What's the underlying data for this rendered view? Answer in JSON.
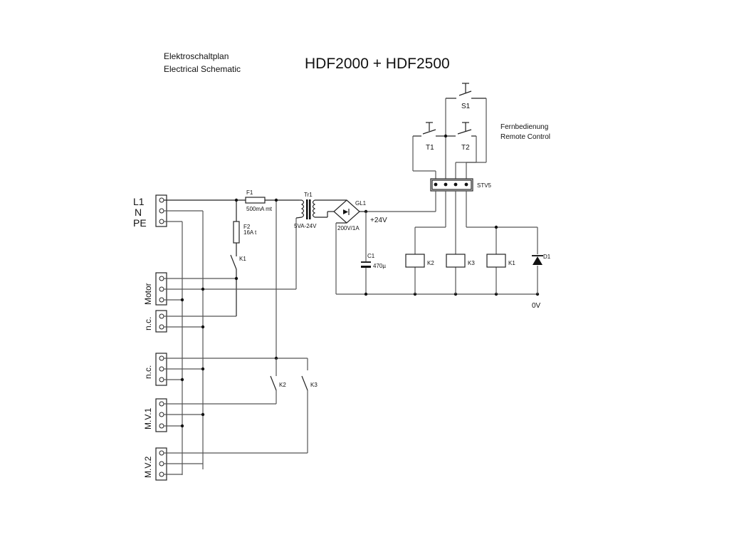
{
  "header": {
    "subtitle_de": "Elektroschaltplan",
    "subtitle_en": "Electrical Schematic",
    "title": "HDF2000 + HDF2500"
  },
  "terminals": {
    "mains": [
      "L1",
      "N",
      "PE"
    ],
    "motor": "Motor",
    "nc_top": "n.c.",
    "nc_mid": "n.c.",
    "mv1": "M.V.1",
    "mv2": "M.V.2"
  },
  "components": {
    "f1_name": "F1",
    "f1_value": "500mA mt",
    "f2_name": "F2",
    "f2_value": "16A t",
    "k1_contact": "K1",
    "tr1_name": "Tr1",
    "tr1_value": "5VA-24V",
    "gl1_name": "GL1",
    "gl1_value": "200V/1A",
    "c1_name": "C1",
    "c1_value": "470µ",
    "plus24": "+24V",
    "zero_v": "0V",
    "s1": "S1",
    "t1": "T1",
    "t2": "T2",
    "stv5": "STV5",
    "k2_coil": "K2",
    "k3_coil": "K3",
    "k1_coil": "K1",
    "d1": "D1",
    "k2_contact": "K2",
    "k3_contact": "K3"
  },
  "remote": {
    "de": "Fernbedienung",
    "en": "Remote Control"
  }
}
